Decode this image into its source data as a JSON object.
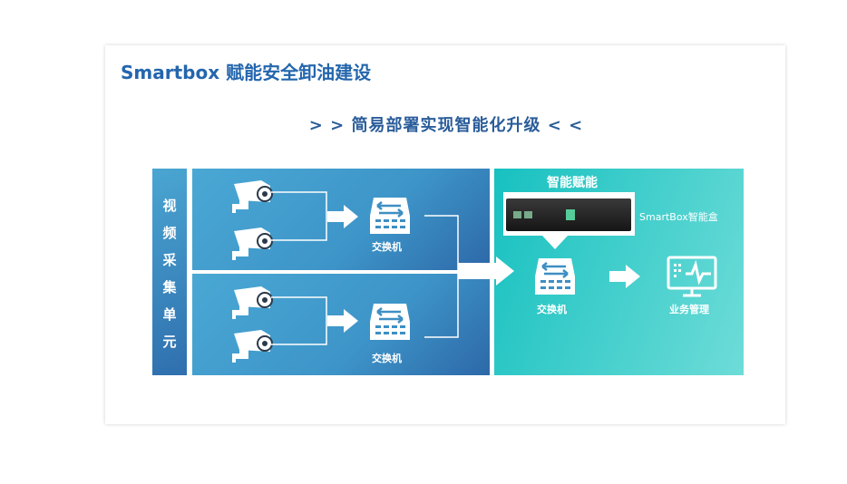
{
  "title": "Smartbox 赋能安全卸油建设",
  "subtitle": "> > 简易部署实现智能化升级 < <",
  "left_label": "视频采集单元",
  "switch_label": "交换机",
  "empower_label": "智能赋能",
  "device_label": "SmartBox智能盒",
  "business_label": "业务管理",
  "colors": {
    "title": "#2466ad",
    "teal": "#17c1c0",
    "blue": "#3d94c8"
  }
}
